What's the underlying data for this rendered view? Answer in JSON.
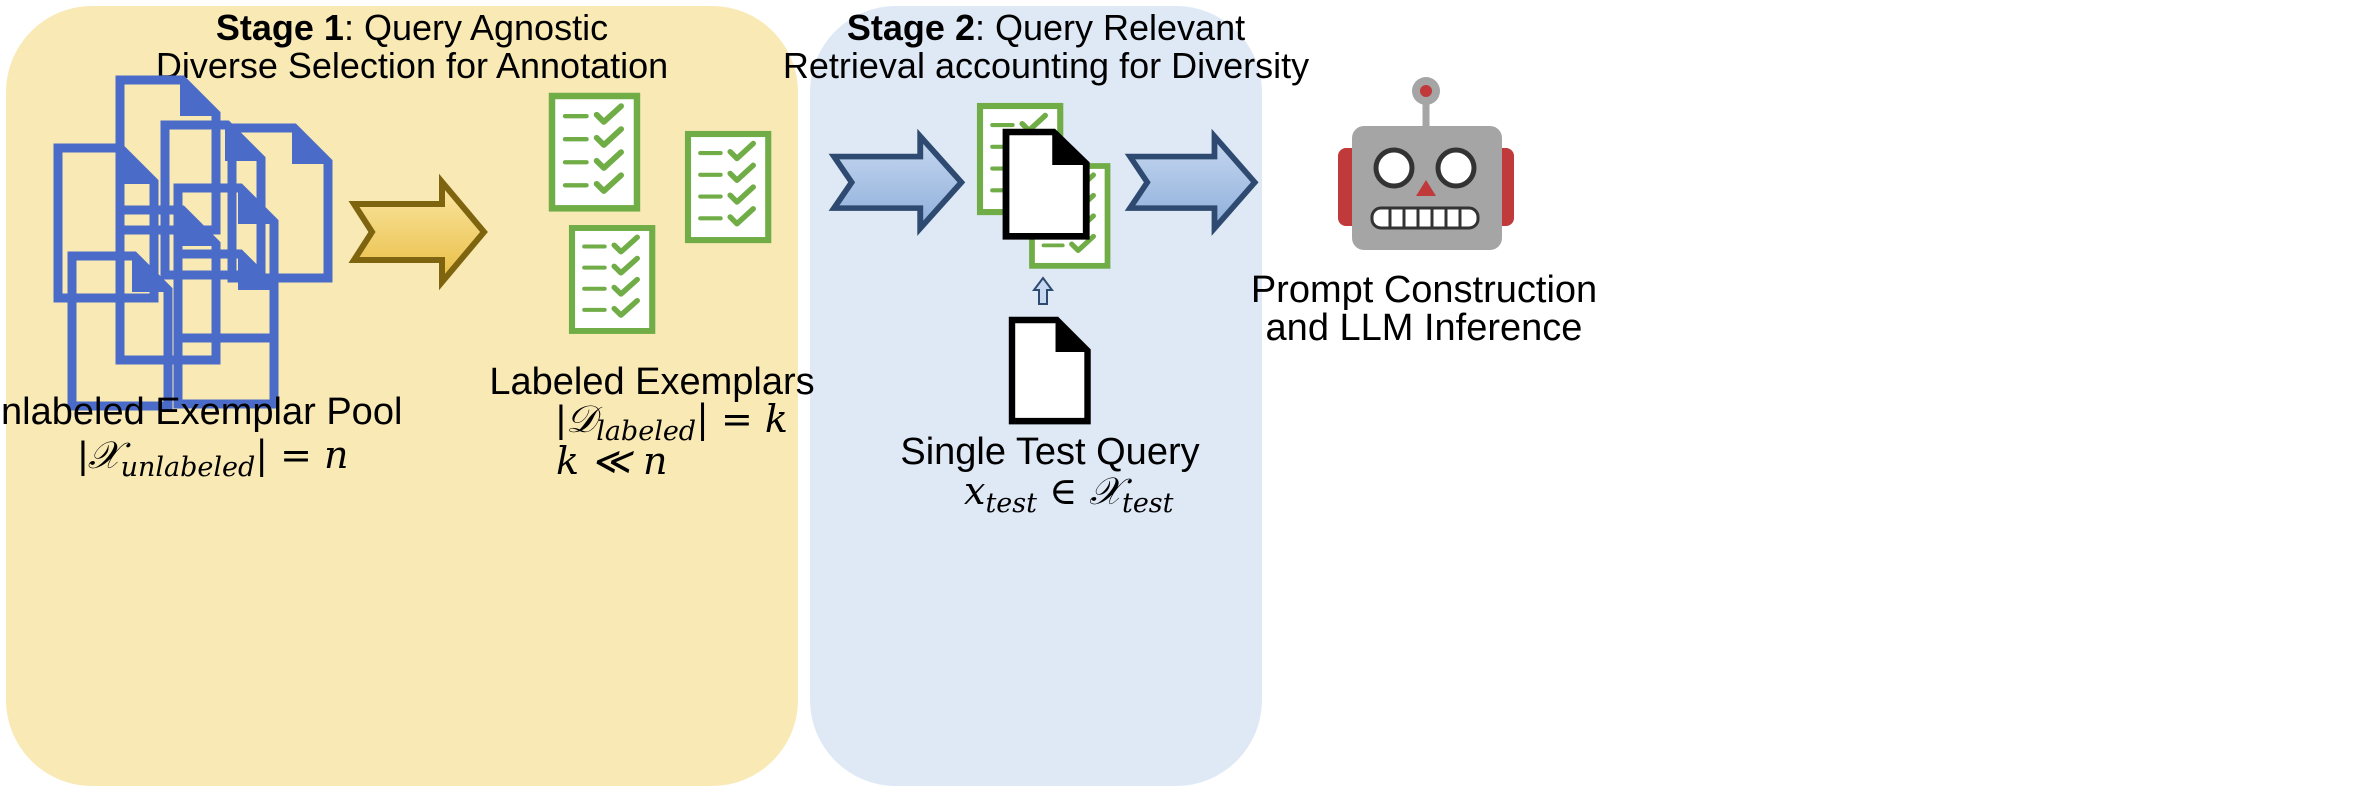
{
  "stage1": {
    "title_bold": "Stage 1",
    "title_rest": ": Query Agnostic",
    "title_line2": "Diverse Selection for Annotation"
  },
  "stage2": {
    "title_bold": "Stage 2",
    "title_rest": ": Query Relevant",
    "title_line2": "Retrieval accounting for Diversity"
  },
  "unlabeled_pool": {
    "label": "Unlabeled Exemplar Pool",
    "math_open": "|",
    "math_symbol": "𝒳",
    "math_subscript": "unlabeled",
    "math_close": "| = n"
  },
  "labeled_exemplars": {
    "label": "Labeled Exemplars",
    "math_open": "|",
    "math_symbol": "𝒟",
    "math_subscript": "labeled",
    "math_close": "| = k",
    "math_line2": "k  ≪ n"
  },
  "test_query": {
    "label": "Single Test Query",
    "math_x": "x",
    "math_x_sub": "test",
    "math_in": " ∈ ",
    "math_set": "𝒳",
    "math_set_sub": "test"
  },
  "prompt": {
    "line1": "Prompt Construction",
    "line2": "and LLM Inference"
  },
  "colors": {
    "stage1_bg": "#f8e9b5",
    "stage2_bg": "#dfe8f5",
    "unlabeled_doc": "#4a6bc8",
    "labeled_doc": "#70ad47",
    "yellow_arrow": "#f2cf6a",
    "blue_arrow": "#9dbbe2",
    "robot_body": "#a5a5a5",
    "robot_ear": "#c0393b"
  }
}
